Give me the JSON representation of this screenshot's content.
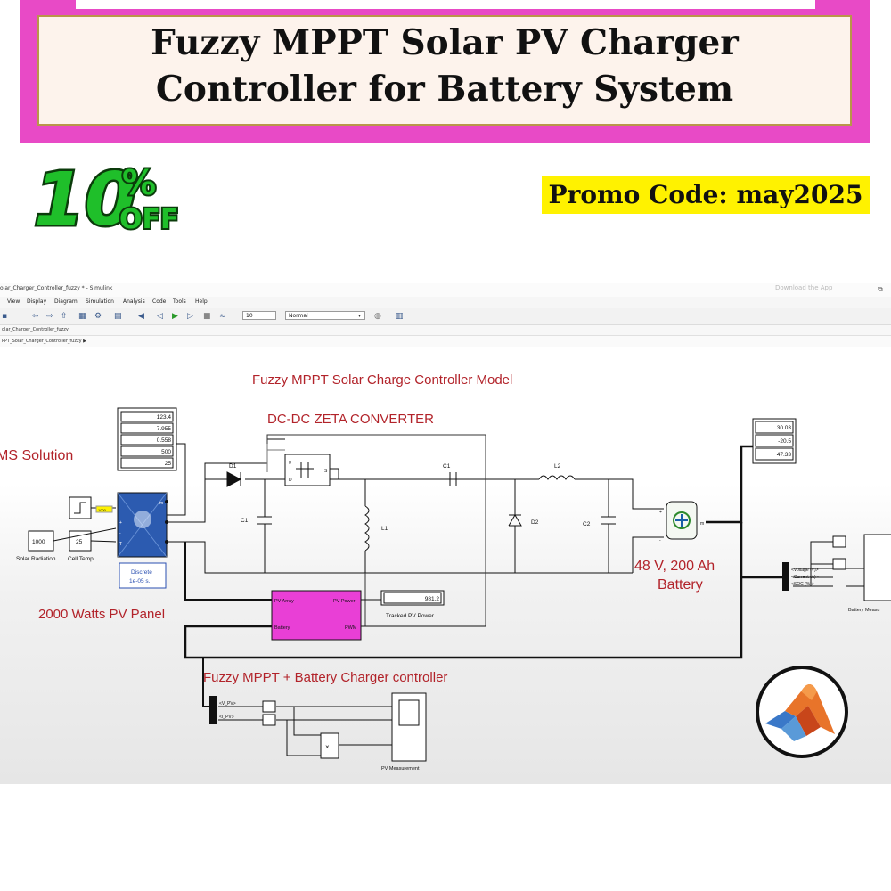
{
  "banner": {
    "title_line1": "Fuzzy MPPT Solar PV Charger",
    "title_line2": "Controller for Battery System"
  },
  "discount": {
    "number": "10",
    "percent": "%",
    "off": "OFF"
  },
  "promo": {
    "text": "Promo Code: may2025"
  },
  "window": {
    "title": "olar_Charger_Controller_fuzzy * - Simulink",
    "watermark": "Download the App",
    "menu": [
      "View",
      "Display",
      "Diagram",
      "Simulation",
      "Analysis",
      "Code",
      "Tools",
      "Help"
    ],
    "stop_time": "10",
    "sim_mode": "Normal",
    "tab": "olar_Charger_Controller_fuzzy",
    "breadcrumb": "PPT_Solar_Charger_Controller_fuzzy ▶"
  },
  "model": {
    "title": "Fuzzy MPPT Solar Charge Controller Model",
    "converter_label": "DC-DC ZETA CONVERTER",
    "vendor_label": "MS Solution",
    "panel_label": "2000 Watts PV Panel",
    "battery_label_line1": "48 V, 200 Ah",
    "battery_label_line2": "Battery",
    "controller_label": "Fuzzy MPPT + Battery Charger controller",
    "pv_display": [
      "123.4",
      "7.955",
      "0.558",
      "500",
      "25"
    ],
    "batt_display": [
      "30.03",
      "-20.5",
      "47.33"
    ],
    "tracked_power_value": "981.2",
    "tracked_power_label": "Tracked PV Power",
    "solar_const": "1000",
    "temp_const": "25",
    "solar_label": "Solar Radiation",
    "temp_label": "Cell Temp",
    "step_value": "1000",
    "discrete_line1": "Discrete",
    "discrete_line2": "1e-05 s.",
    "pv_port_m": "m",
    "pv_port_plus": "+",
    "pv_port_minus": "-",
    "pv_port_t": "T",
    "d1": "D1",
    "d2": "D2",
    "c1_series": "C1",
    "c1_shunt": "C1",
    "c2": "C2",
    "l1": "L1",
    "l2": "L2",
    "mosfet_g": "g",
    "mosfet_d": "D",
    "mosfet_s": "S",
    "ctrl_in1": "PV Array",
    "ctrl_in2": "Battery",
    "ctrl_out1": "PV Power",
    "ctrl_out2": "PWM",
    "batt_m": "m",
    "batt_plus": "+",
    "batt_minus": "-",
    "pv_bus": [
      "<V_PV>",
      "<I_PV>"
    ],
    "batt_bus": [
      "<Voltage (V)>",
      "<Current (A)>",
      "<SOC (%)>"
    ],
    "product": "×",
    "pv_meas_label": "PV Measurement",
    "batt_meas_label": "Battery Measu"
  },
  "colors": {
    "banner_pink": "#e84ac6",
    "banner_box": "#fdf3ec",
    "badge_green": "#1fbf2a",
    "promo_yellow": "#fff200",
    "model_red": "#b2232a",
    "controller_magenta": "#e93fd6"
  },
  "icons": [
    "matlab-logo-icon",
    "discount-badge-icon"
  ]
}
